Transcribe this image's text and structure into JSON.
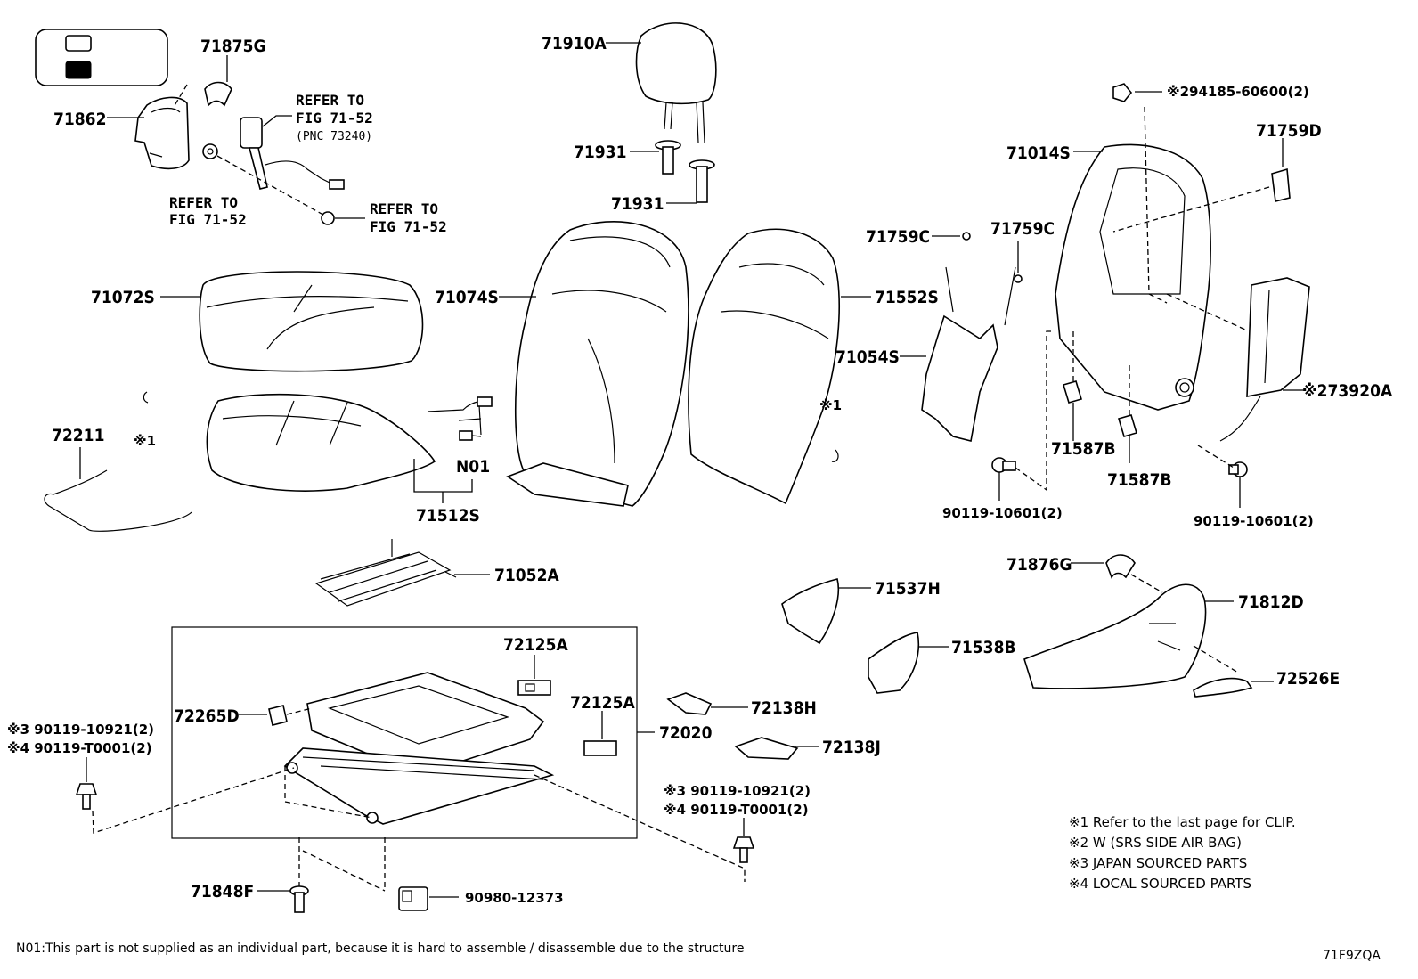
{
  "header_icon": {
    "name": "seat-position-icon"
  },
  "labels": {
    "p71875G": "71875G",
    "p71862": "71862",
    "refer_a_1": "REFER TO",
    "refer_a_2": "FIG 71-52",
    "refer_a_3": "(PNC 73240)",
    "refer_b_1": "REFER TO",
    "refer_b_2": "FIG 71-52",
    "refer_c_1": "REFER TO",
    "refer_c_2": "FIG 71-52",
    "p71910A": "71910A",
    "p71931a": "71931",
    "p71931b": "71931",
    "p94185": "※294185-60600(2)",
    "p71014S": "71014S",
    "p71759D": "71759D",
    "p71759Ca": "71759C",
    "p71759Cb": "71759C",
    "p71072S": "71072S",
    "p71074S": "71074S",
    "p71552S": "71552S",
    "p71054S": "71054S",
    "p73920A": "※273920A",
    "p72211": "72211",
    "clip1": "※1",
    "clip2": "※1",
    "pN01": "N01",
    "p71512S": "71512S",
    "p71587Ba": "71587B",
    "p71587Bb": "71587B",
    "p90119a": "90119-10601(2)",
    "p90119b": "90119-10601(2)",
    "p71052A": "71052A",
    "p71876G": "71876G",
    "p71812D": "71812D",
    "p71537H": "71537H",
    "p71538B": "71538B",
    "p72526E": "72526E",
    "p72125Aa": "72125A",
    "p72125Ab": "72125A",
    "p72265D": "72265D",
    "p72020": "72020",
    "p72138H": "72138H",
    "p72138J": "72138J",
    "p_left_3": "※3 90119-10921(2)",
    "p_left_4": "※4 90119-T0001(2)",
    "p_right_3": "※3  90119-10921(2)",
    "p_right_4": "※4  90119-T0001(2)",
    "p71848F": "71848F",
    "p90980": "90980-12373"
  },
  "legend": [
    "※1  Refer to the last page for CLIP.",
    "※2  W (SRS SIDE AIR BAG)",
    "※3  JAPAN SOURCED PARTS",
    "※4  LOCAL SOURCED PARTS"
  ],
  "footnote": "N01:This part is not supplied as an individual part, because it is hard to assemble / disassemble due to the structure",
  "figure_code": "71F9ZQA"
}
